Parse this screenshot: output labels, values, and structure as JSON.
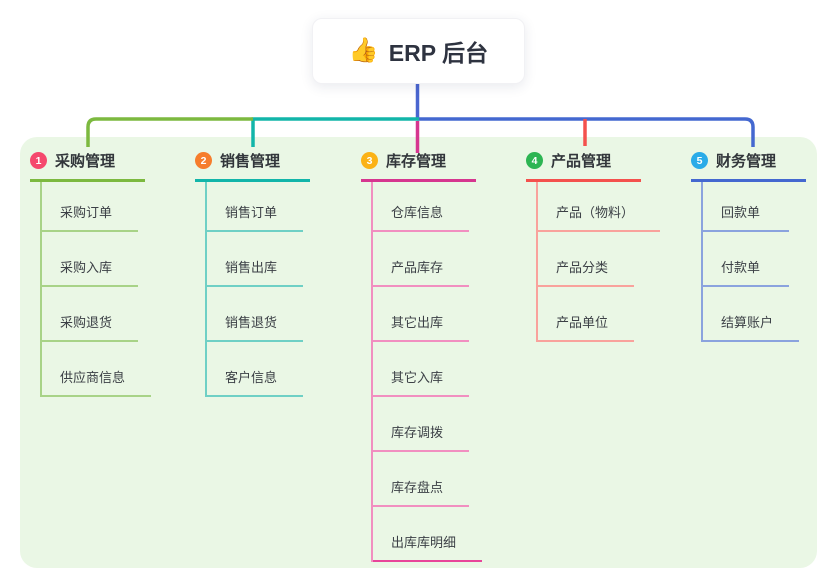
{
  "root": {
    "label": "ERP 后台",
    "icon": "thumbs-up-emoji",
    "emoji": "👍"
  },
  "canvas": {
    "page_bg": "#ffffff",
    "container_bg": "#eaf7e5",
    "root_stem_color": "#4a66d0"
  },
  "branches": [
    {
      "index": "1",
      "title": "采购管理",
      "badge_color": "#f5486d",
      "line_color": "#7cb93f",
      "line_light": "#a8d387",
      "children": [
        "采购订单",
        "采购入库",
        "采购退货",
        "供应商信息"
      ]
    },
    {
      "index": "2",
      "title": "销售管理",
      "badge_color": "#f67d2c",
      "line_color": "#12b5a9",
      "line_light": "#6fd0c5",
      "children": [
        "销售订单",
        "销售出库",
        "销售退货",
        "客户信息"
      ]
    },
    {
      "index": "3",
      "title": "库存管理",
      "badge_color": "#fbb216",
      "line_color": "#d6368f",
      "line_light": "#f18fc0",
      "last_line_color": "#e8459a",
      "children": [
        "仓库信息",
        "产品库存",
        "其它出库",
        "其它入库",
        "库存调拨",
        "库存盘点",
        "出库库明细"
      ]
    },
    {
      "index": "4",
      "title": "产品管理",
      "badge_color": "#2db553",
      "line_color": "#f4514d",
      "line_light": "#f9a29c",
      "children": [
        "产品（物料）",
        "产品分类",
        "产品单位"
      ]
    },
    {
      "index": "5",
      "title": "财务管理",
      "badge_color": "#2aabe8",
      "line_color": "#4468d0",
      "line_light": "#8ba3de",
      "children": [
        "回款单",
        "付款单",
        "结算账户"
      ]
    }
  ]
}
